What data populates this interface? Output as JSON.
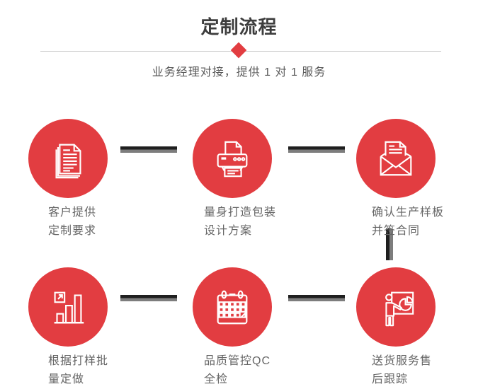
{
  "header": {
    "title": "定制流程",
    "subtitle": "业务经理对接，提供 1 对 1 服务"
  },
  "colors": {
    "accent": "#e23d41",
    "title_color": "#3d3d3d",
    "subtitle_color": "#595959",
    "label_color": "#666666",
    "connector_dark": "#1f1f1f",
    "connector_light": "#7d7d7d",
    "divider_color": "#cccccc"
  },
  "steps": [
    {
      "icon": "documents-icon",
      "line1": "客户提供",
      "line2": "定制要求"
    },
    {
      "icon": "printer-icon",
      "line1": "量身打造包装",
      "line2": "设计方案"
    },
    {
      "icon": "envelope-icon",
      "line1": "确认生产样板",
      "line2": "并签合同"
    },
    {
      "icon": "bar-chart-icon",
      "line1": "根据打样批",
      "line2": "量定做"
    },
    {
      "icon": "calendar-icon",
      "line1": "品质管控QC",
      "line2": "全检"
    },
    {
      "icon": "presentation-icon",
      "line1": "送货服务售",
      "line2": "后跟踪"
    }
  ]
}
